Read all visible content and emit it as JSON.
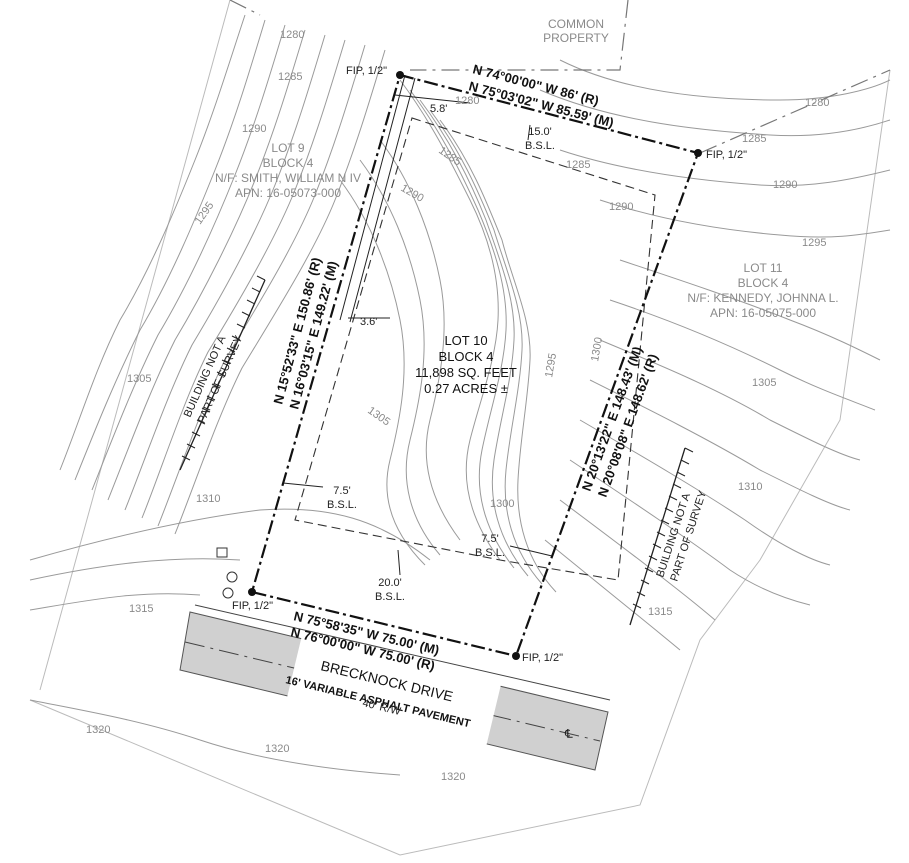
{
  "lot": {
    "name": "LOT 10",
    "block": "BLOCK 4",
    "area_sqft": "11,898 SQ. FEET",
    "area_acres": "0.27 ACRES ±"
  },
  "neighbors": {
    "lot9": {
      "name": "LOT 9",
      "block": "BLOCK 4",
      "owner": "N/F: SMITH, WILLIAM N IV",
      "apn": "APN: 16-05073-000"
    },
    "lot11": {
      "name": "LOT 11",
      "block": "BLOCK 4",
      "owner": "N/F: KENNEDY, JOHNNA L.",
      "apn": "APN: 16-05075-000"
    },
    "common": [
      "COMMON",
      "PROPERTY"
    ]
  },
  "bearings": {
    "north_r": "N 74°00'00\" W  86' (R)",
    "north_m": "N 75°03'02\" W  85.59' (M)",
    "west_r": "N 15°52'33\" E  150.86' (R)",
    "west_m": "N 16°03'15\" E  149.22' (M)",
    "east_m": "N 20°13'22\" E  148.43' (M)",
    "east_r": "N 20°08'08\" E  148.62' (R)",
    "south_m": "N 75°58'35\" W  75.00' (M)",
    "south_r": "N 76°00'00\" W  75.00' (R)"
  },
  "pins": {
    "nw": "FIP, 1/2\"",
    "ne": "FIP, 1/2\"",
    "sw": "FIP, 1/2\"",
    "se": "FIP, 1/2\""
  },
  "setbacks": {
    "north_val": "15.0'",
    "west_val": "7.5'",
    "east_val": "7.5'",
    "south_val": "20.0'",
    "bsl": "B.S.L.",
    "offset_top": "5.8'",
    "offset_mid": "3.6'"
  },
  "road": {
    "name": "BRECKNOCK DRIVE",
    "pavement": "16' VARIABLE ASPHALT PAVEMENT",
    "rw": "40' R/W",
    "centerline": "℄"
  },
  "buildings": {
    "line1": "BUILDING NOT A",
    "line2": "PART OF SURVEY"
  },
  "contours": {
    "c1280": "1280",
    "c1285": "1285",
    "c1290": "1290",
    "c1295": "1295",
    "c1300": "1300",
    "c1305": "1305",
    "c1310": "1310",
    "c1315": "1315",
    "c1320": "1320"
  },
  "colors": {
    "road_fill": "#d0d0d0",
    "boundary": "#111111",
    "contour": "#9a9a9a"
  }
}
